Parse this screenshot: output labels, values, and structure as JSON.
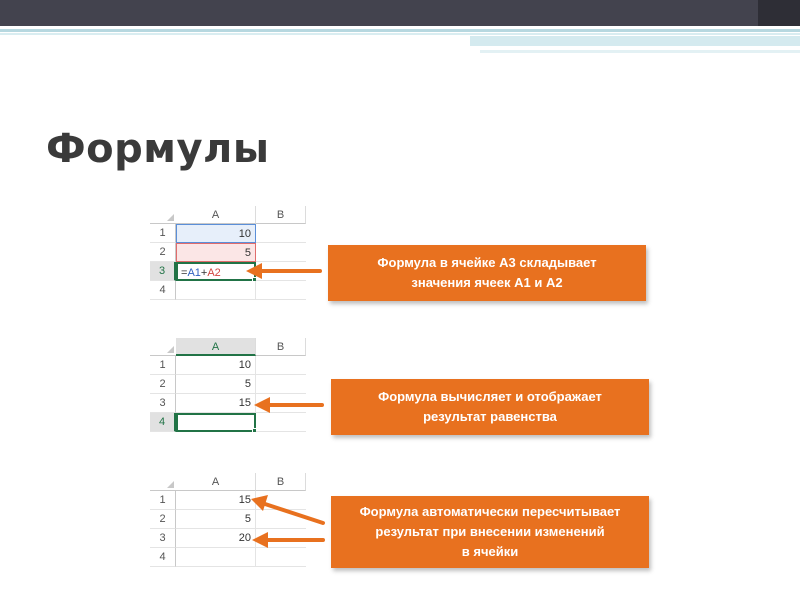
{
  "slide": {
    "title": "Формулы"
  },
  "colors": {
    "accent": "#e8711f",
    "excel_green": "#217346"
  },
  "example1": {
    "columns": [
      "A",
      "B"
    ],
    "rows": [
      "1",
      "2",
      "3",
      "4"
    ],
    "a1": "10",
    "a2": "5",
    "a3_formula": {
      "eq": "=",
      "ref1": "A1",
      "plus": "+",
      "ref2": "A2"
    },
    "callout": [
      "Формула в ячейке А3 складывает",
      "значения ячеек А1 и А2"
    ]
  },
  "example2": {
    "columns": [
      "A",
      "B"
    ],
    "rows": [
      "1",
      "2",
      "3",
      "4"
    ],
    "a1": "10",
    "a2": "5",
    "a3": "15",
    "callout": [
      "Формула вычисляет и отображает",
      "результат равенства"
    ]
  },
  "example3": {
    "columns": [
      "A",
      "B"
    ],
    "rows": [
      "1",
      "2",
      "3",
      "4"
    ],
    "a1": "15",
    "a2": "5",
    "a3": "20",
    "callout": [
      "Формула автоматически пересчитывает",
      "результат при внесении изменений",
      "в ячейки"
    ]
  }
}
